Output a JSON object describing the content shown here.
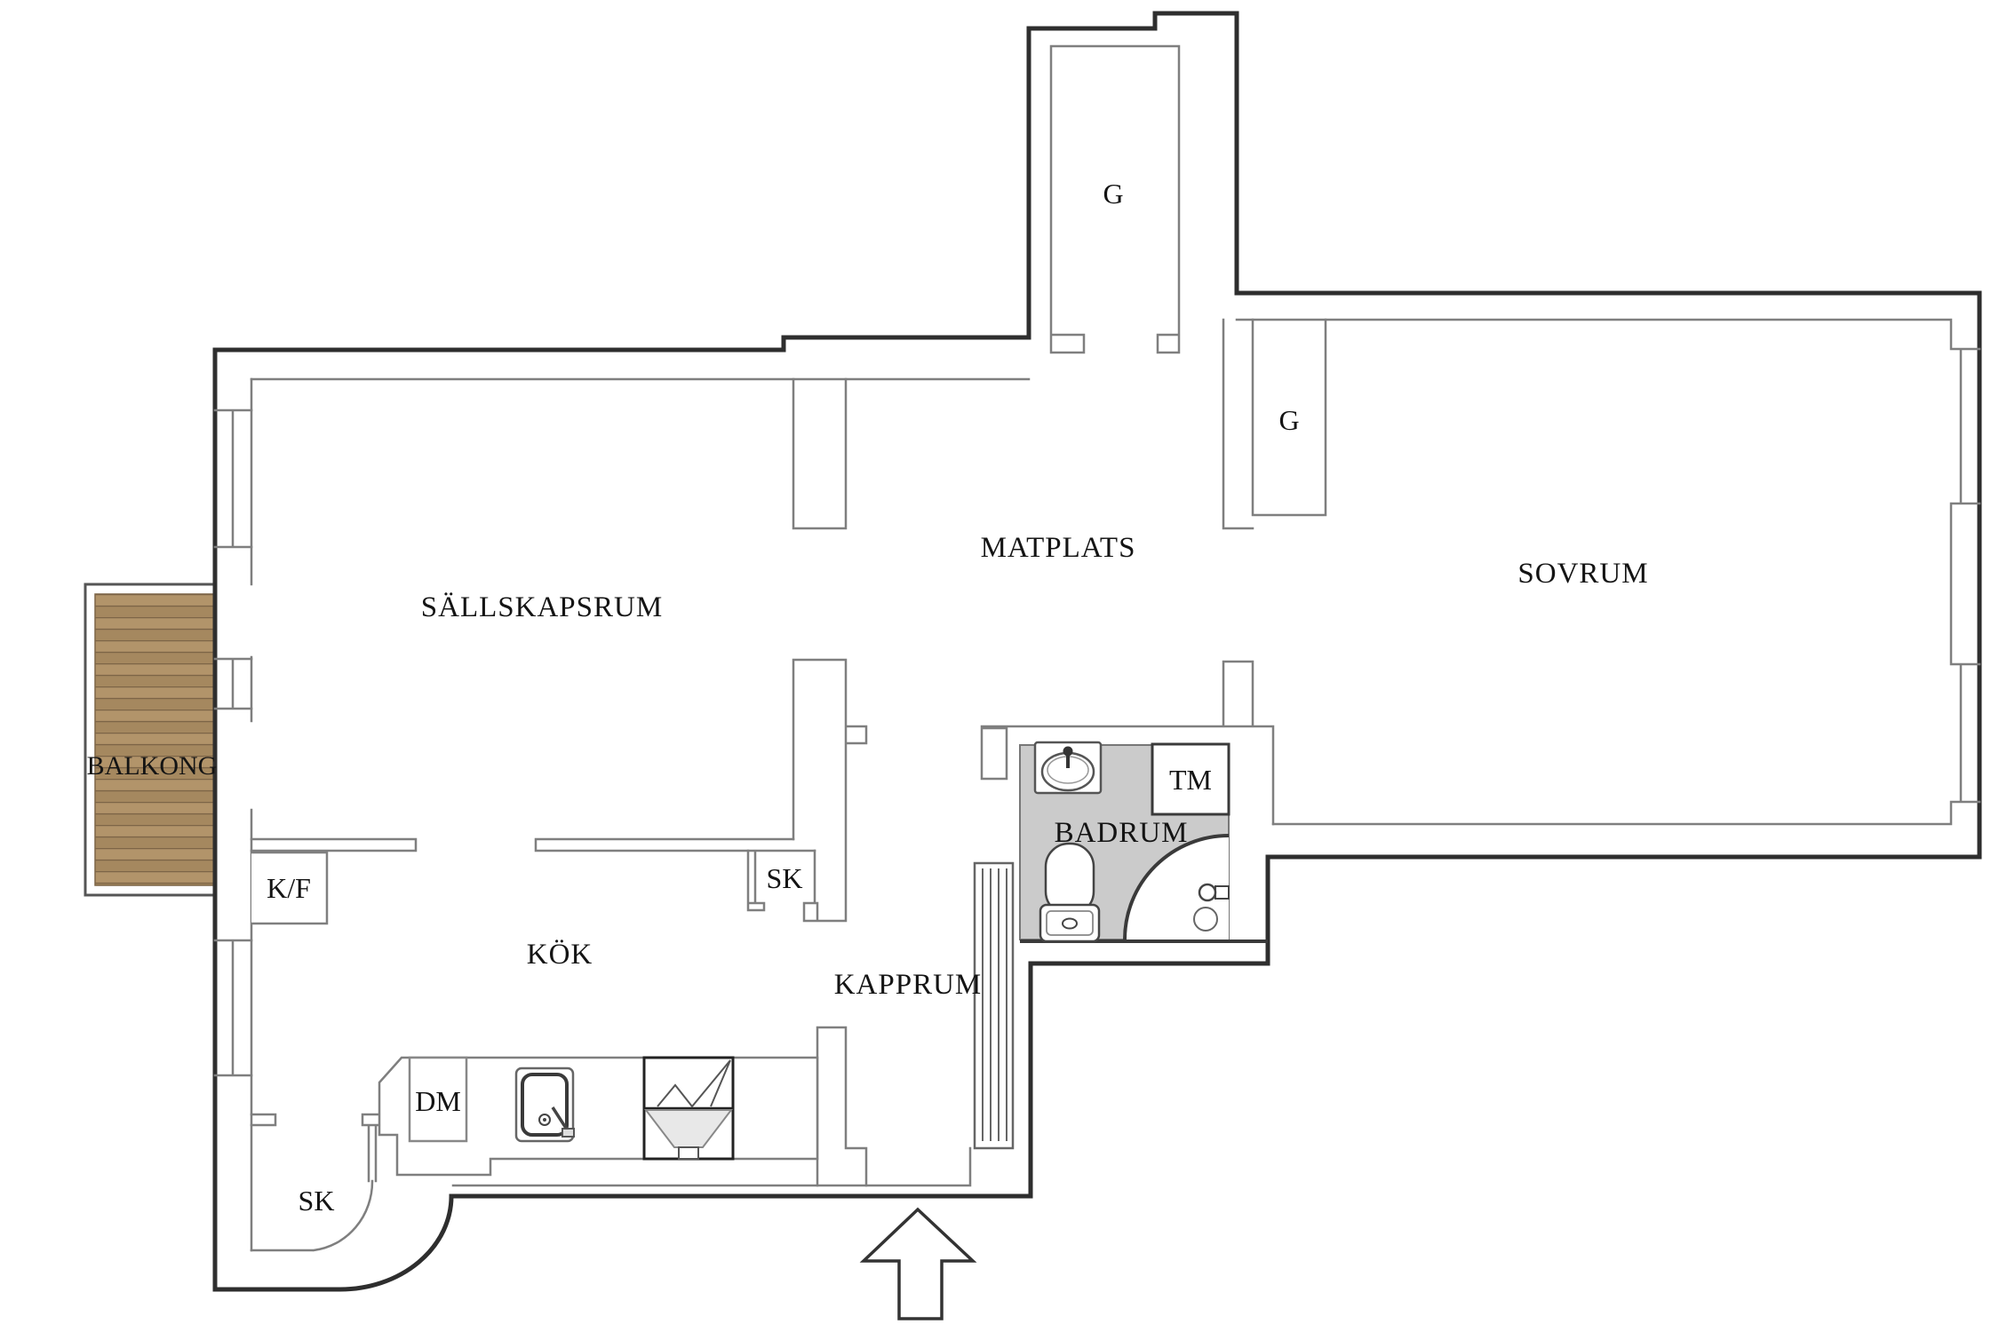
{
  "labels": {
    "living": "SÄLLSKAPSRUM",
    "dining": "MATPLATS",
    "bedroom": "SOVRUM",
    "kitchen": "KÖK",
    "bathroom": "BADRUM",
    "hall": "KAPPRUM",
    "balcony": "BALKONG",
    "wardrobe_top": "G",
    "wardrobe_bedroom": "G",
    "closet_kitchen": "SK",
    "closet_hall": "SK",
    "fridge_freezer": "K/F",
    "dishwasher": "DM",
    "washing_machine": "TM"
  },
  "colors": {
    "outer_wall": "#2e2e2e",
    "inner_line": "#7f7f7f",
    "bathroom_floor": "#cbcbcb",
    "wood_base": "#b2946a",
    "wood_dark": "#a5885f",
    "wood_groove": "#7d6547",
    "stove_fill": "#e8e8e8"
  }
}
